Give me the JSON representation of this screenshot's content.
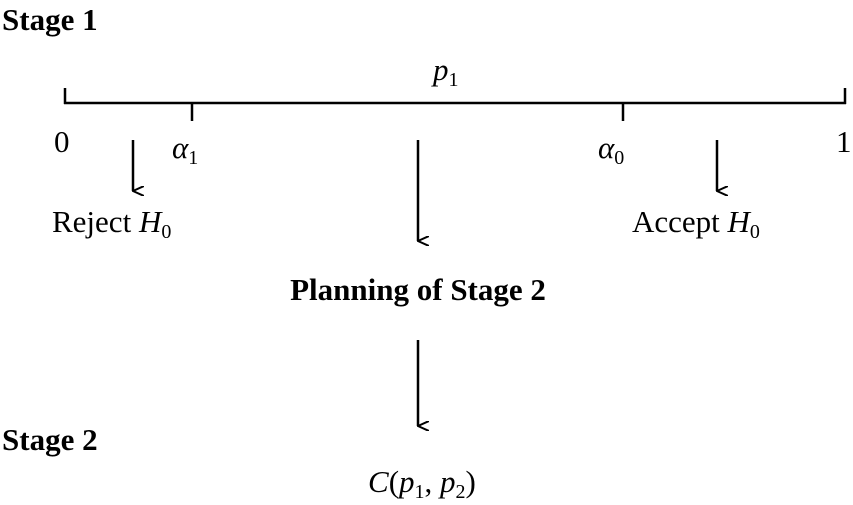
{
  "stage1": "Stage 1",
  "stage2": "Stage 2",
  "axis": {
    "var": "p",
    "var_sub": "1",
    "start": "0",
    "end": "1"
  },
  "alpha1": {
    "sym": "α",
    "sub": "1"
  },
  "alpha0": {
    "sym": "α",
    "sub": "0"
  },
  "reject": {
    "text": "Reject ",
    "h": "H",
    "sub": "0"
  },
  "accept": {
    "text": "Accept ",
    "h": "H",
    "sub": "0"
  },
  "planning": "Planning of Stage 2",
  "combo": {
    "c": "C",
    "open": "(",
    "p1": "p",
    "s1": "1",
    "comma": ", ",
    "p2": "p",
    "s2": "2",
    "close": ")"
  }
}
